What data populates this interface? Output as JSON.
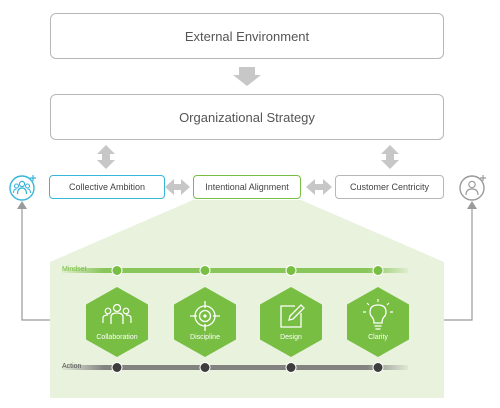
{
  "top": {
    "environment": "External Environment",
    "strategy": "Organizational Strategy"
  },
  "middle": {
    "ambition": "Collective Ambition",
    "alignment": "Intentional Alignment",
    "centricity": "Customer Centricity"
  },
  "rows": {
    "mindset": "Mindset",
    "action": "Action"
  },
  "pillars": [
    {
      "label": "Collaboration",
      "icon": "people-icon"
    },
    {
      "label": "Discipline",
      "icon": "target-icon"
    },
    {
      "label": "Design",
      "icon": "pencil-icon"
    },
    {
      "label": "Clarity",
      "icon": "lightbulb-icon"
    }
  ],
  "colors": {
    "green": "#78be43",
    "blue": "#38b6d8",
    "gray": "#b7b7b7",
    "panel": "#e8f2dd",
    "dark": "#3d3d3d"
  }
}
